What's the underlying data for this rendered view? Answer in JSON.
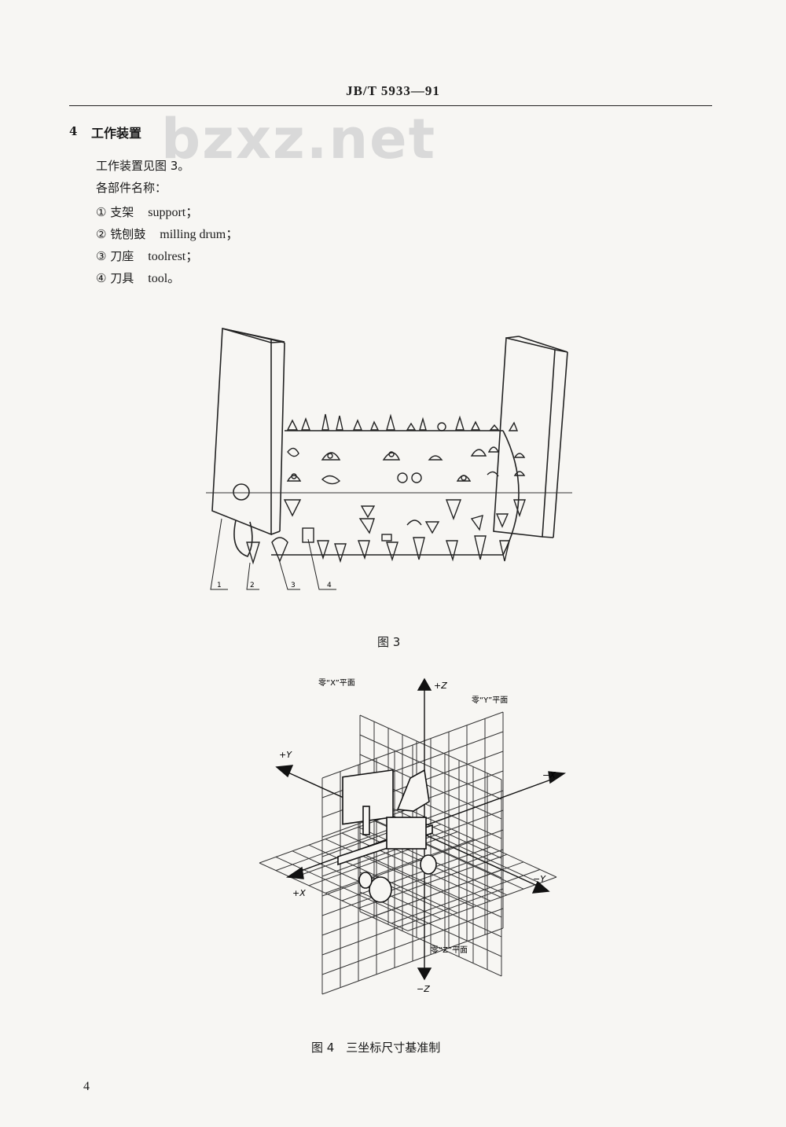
{
  "header": {
    "code": "JB/T 5933—91"
  },
  "watermark": "bzxz.net",
  "section": {
    "number": "4",
    "title": "工作装置",
    "intro": "工作装置见图 3。",
    "list_title": "各部件名称：",
    "items": [
      {
        "num": "①",
        "zh": "支架",
        "en": "support；"
      },
      {
        "num": "②",
        "zh": "铣刨鼓",
        "en": "milling drum；"
      },
      {
        "num": "③",
        "zh": "刀座",
        "en": "toolrest；"
      },
      {
        "num": "④",
        "zh": "刀具",
        "en": "tool。"
      }
    ]
  },
  "figure3": {
    "caption": "图 3",
    "callouts": [
      "1",
      "2",
      "3",
      "4"
    ]
  },
  "figure4": {
    "caption": "图 4　三坐标尺寸基准制",
    "labels": {
      "zero_x_plane": "零“X”平面",
      "zero_y_plane": "零“Y”平面",
      "zero_z_plane": "零“Z”平面",
      "plus_z": "+Z",
      "minus_z": "−Z",
      "plus_y": "+Y",
      "minus_y": "−Y",
      "plus_x": "+X",
      "minus_x": "−X"
    }
  },
  "page_number": "4"
}
